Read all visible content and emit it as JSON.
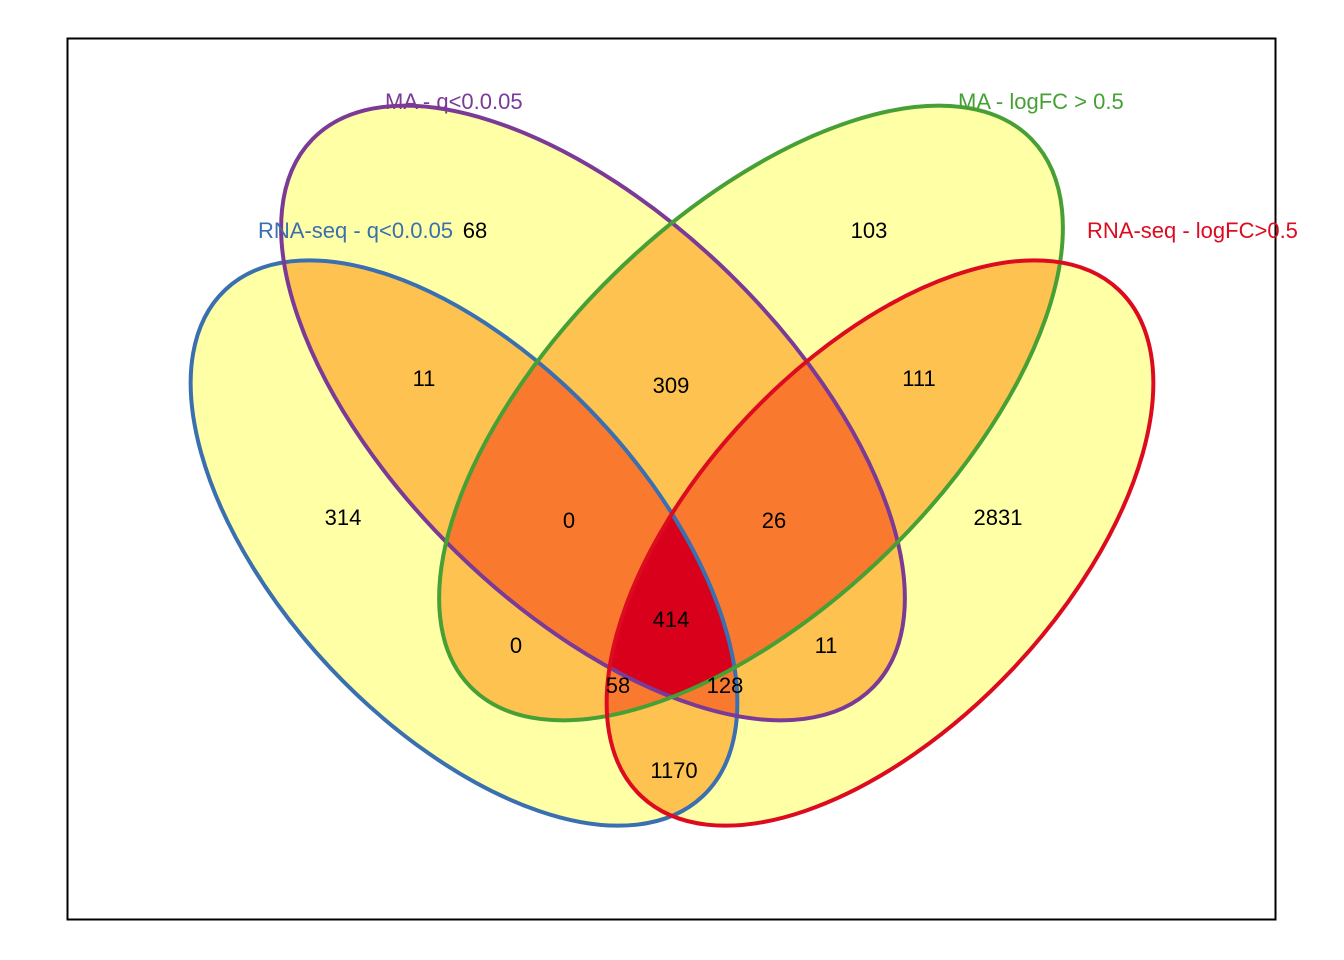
{
  "chart_data": {
    "type": "venn",
    "sets": [
      {
        "name": "RNA-seq - q<0.0.05",
        "color": "#3a6fb0"
      },
      {
        "name": "MA - q<0.0.05",
        "color": "#7b3a96"
      },
      {
        "name": "MA - logFC > 0.5",
        "color": "#46a035"
      },
      {
        "name": "RNA-seq - logFC>0.5",
        "color": "#dd0b1f"
      }
    ],
    "regions": [
      {
        "sets": [
          "MA - q<0.0.05"
        ],
        "count": 68
      },
      {
        "sets": [
          "MA - logFC > 0.5"
        ],
        "count": 103
      },
      {
        "sets": [
          "RNA-seq - q<0.0.05"
        ],
        "count": 314
      },
      {
        "sets": [
          "RNA-seq - logFC>0.5"
        ],
        "count": 2831
      },
      {
        "sets": [
          "RNA-seq - q<0.0.05",
          "MA - q<0.0.05"
        ],
        "count": 11
      },
      {
        "sets": [
          "MA - q<0.0.05",
          "MA - logFC > 0.5"
        ],
        "count": 309
      },
      {
        "sets": [
          "MA - logFC > 0.5",
          "RNA-seq - logFC>0.5"
        ],
        "count": 111
      },
      {
        "sets": [
          "RNA-seq - q<0.0.05",
          "MA - q<0.0.05",
          "MA - logFC > 0.5"
        ],
        "count": 0
      },
      {
        "sets": [
          "MA - q<0.0.05",
          "MA - logFC > 0.5",
          "RNA-seq - logFC>0.5"
        ],
        "count": 26
      },
      {
        "sets": [
          "RNA-seq - q<0.0.05",
          "MA - logFC > 0.5"
        ],
        "count": 0
      },
      {
        "sets": [
          "RNA-seq - q<0.0.05",
          "MA - q<0.0.05",
          "MA - logFC > 0.5",
          "RNA-seq - logFC>0.5"
        ],
        "count": 414
      },
      {
        "sets": [
          "MA - q<0.0.05",
          "RNA-seq - logFC>0.5"
        ],
        "count": 11
      },
      {
        "sets": [
          "RNA-seq - q<0.0.05",
          "MA - logFC > 0.5",
          "RNA-seq - logFC>0.5"
        ],
        "count": 58
      },
      {
        "sets": [
          "RNA-seq - q<0.0.05",
          "MA - q<0.0.05",
          "RNA-seq - logFC>0.5"
        ],
        "count": 128
      },
      {
        "sets": [
          "RNA-seq - q<0.0.05",
          "RNA-seq - logFC>0.5"
        ],
        "count": 1170
      }
    ],
    "fill_scale": [
      "#ffffa6",
      "#fdc250",
      "#f97a2e",
      "#d9001b"
    ]
  }
}
